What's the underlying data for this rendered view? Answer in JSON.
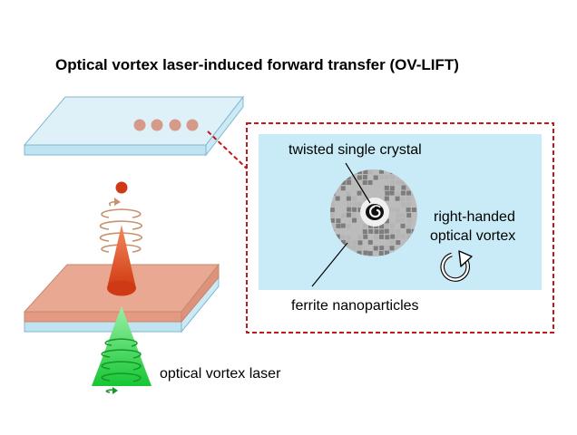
{
  "title": "Optical vortex laser-induced forward transfer (OV-LIFT)",
  "labels": {
    "laser": "optical vortex laser",
    "crystal": "twisted single crystal",
    "vortex_line1": "right-handed",
    "vortex_line2": "optical vortex",
    "nanoparticles": "ferrite nanoparticles"
  },
  "colors": {
    "glass_top": "#dff1f8",
    "glass_side": "#bfe3f1",
    "glass_edge": "#7fb8d0",
    "film": "#e9a892",
    "film_edge": "#c9876d",
    "droplet": "#cf3a16",
    "deposit": "#d59a88",
    "laser_green": "#1fd63a",
    "laser_dark": "#159a2a",
    "spiral_tan": "#c9906c",
    "inset_bg": "#c9ebf7",
    "inset_border": "#c0181c",
    "particle_dark": "#7d7d7d",
    "particle_light": "#b5b5b5"
  },
  "icons": {
    "crystal": "twisted-crystal-icon",
    "rotation": "clockwise-arrow-icon"
  }
}
